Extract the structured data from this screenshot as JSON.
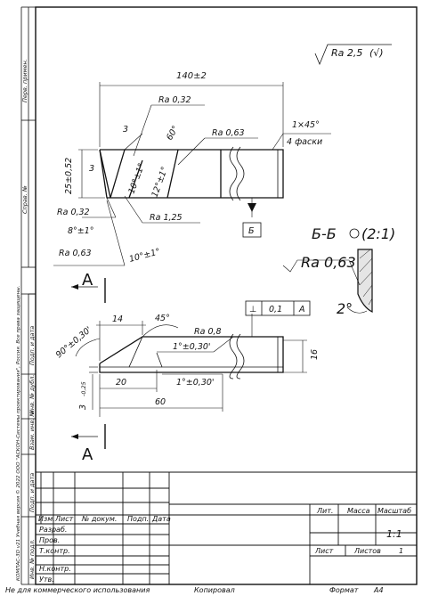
{
  "sheet": {
    "general_roughness": "Ra 2,5",
    "general_roughness_paren": "(√)",
    "section_label": "Б-Б",
    "section_scale": "(2:1)",
    "section_roughness": "Ra 0,63",
    "section_angle": "2°",
    "view_arrow_letter": "A",
    "view_arrow_letter_bottom": "A",
    "datum_letter": "Б"
  },
  "top_view": {
    "length": "140±2",
    "chamfer": "1×45°",
    "chamfer_count": "4 фаски",
    "height": "25±0,52",
    "dim_3_top": "3",
    "dim_3_side": "3",
    "angle_60": "60°",
    "angle_10": "10°±1°",
    "angle_12": "12°±1°",
    "angle_8": "8°±1°",
    "angle_10_bottom": "10°±1°",
    "rough_032_top": "Ra 0,32",
    "rough_063_top": "Ra 0,63",
    "rough_125": "Ra 1,25",
    "rough_032_left": "Ra 0,32",
    "rough_063_left": "Ra 0,63"
  },
  "bottom_view": {
    "dim_14": "14",
    "angle_45": "45°",
    "rough_08": "Ra 0,8",
    "tolerance_symbol": "⊥",
    "tolerance_value": "0,1",
    "tolerance_datum": "A",
    "angle_90": "90°±0,30'",
    "angle_1_top": "1°±0,30'",
    "angle_1_bottom": "1°±0,30'",
    "dim_20": "20",
    "dim_60": "60",
    "dim_16": "16",
    "dim_3": "3",
    "dim_3_tol": "-0,25"
  },
  "title_block": {
    "col_izm": "Изм.",
    "col_list": "Лист",
    "col_doc": "№ докум.",
    "col_sign": "Подп.",
    "col_date": "Дата",
    "row_razrab": "Разраб.",
    "row_prov": "Пров.",
    "row_tkontr": "Т.контр.",
    "row_nkontr": "Н.контр.",
    "row_utv": "Утв.",
    "lit": "Лит.",
    "mass": "Масса",
    "scale": "Масштаб",
    "scale_value": "1:1",
    "sheet": "Лист",
    "sheets": "Листов",
    "sheets_value": "1"
  },
  "side_panel": {
    "perv_primen": "Перв. примен.",
    "sprav": "Справ. №",
    "podp_data_1": "Подп. и дата",
    "inv_dubl": "Инв. № дубл.",
    "vzam_inv": "Взам. инв. №",
    "podp_data_2": "Подп. и дата",
    "inv_podl": "Инв. № подл.",
    "copyright": "КОМПАС-3D v21 Учебная версия © 2022 ООО \"АСКОН-Системы проектирования\", Россия. Все права защищены."
  },
  "footer": {
    "noncommercial": "Не для коммерческого использования",
    "copied": "Копировал",
    "format": "Формат",
    "format_value": "A4"
  }
}
